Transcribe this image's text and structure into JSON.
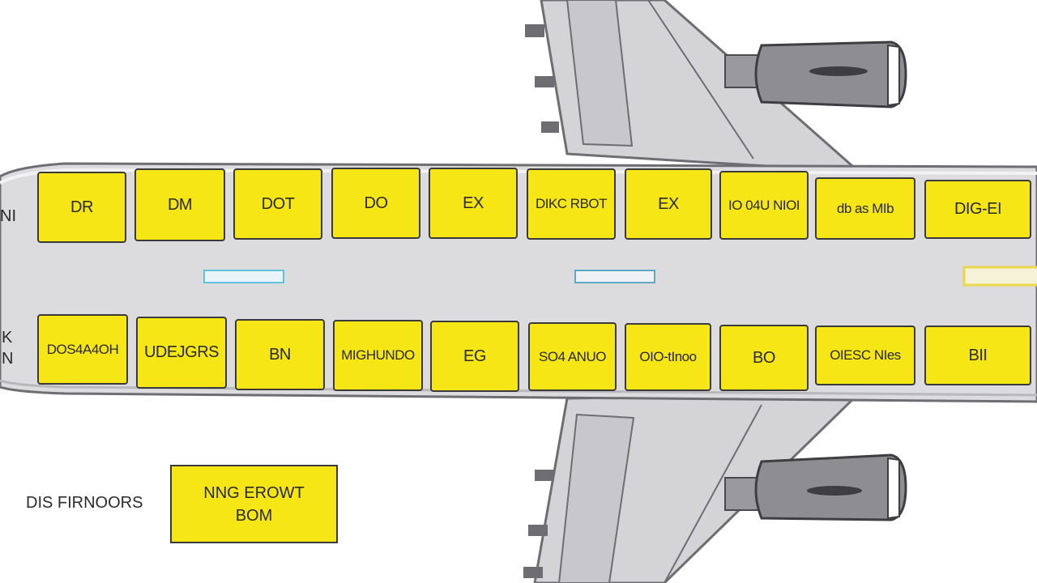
{
  "colors": {
    "background": "#ffffff",
    "fuselage": "#dcdcde",
    "fuselage_outline": "#6e6e72",
    "wing": "#d4d4d7",
    "engine": "#8e8e92",
    "seat_fill": "#f7e616",
    "seat_outline": "#3a3a3a",
    "window_blue": "#5fc4dc",
    "window_yellow": "#e8d84a"
  },
  "top_row_seats": [
    "DR",
    "DM",
    "DOT",
    "DO",
    "EX",
    "DIKC RBOT",
    "EX",
    "IO 04U NIOI",
    "db as MIb",
    "DIG-EI"
  ],
  "bottom_row_seats": [
    "DOS4A4OH",
    "UDEJGRS",
    "BN",
    "MIGHUNDO",
    "EG",
    "SO4 ANUO",
    "OIO-tInoo",
    "BO",
    "OIESC NIes",
    "BII"
  ],
  "edge_labels": {
    "top_left": "NI",
    "bottom_left_1": "K",
    "bottom_left_2": "N"
  },
  "legend": {
    "label": "DIS FIRNOORS",
    "box_line_1": "NNG EROWT",
    "box_line_2": "BOM"
  }
}
